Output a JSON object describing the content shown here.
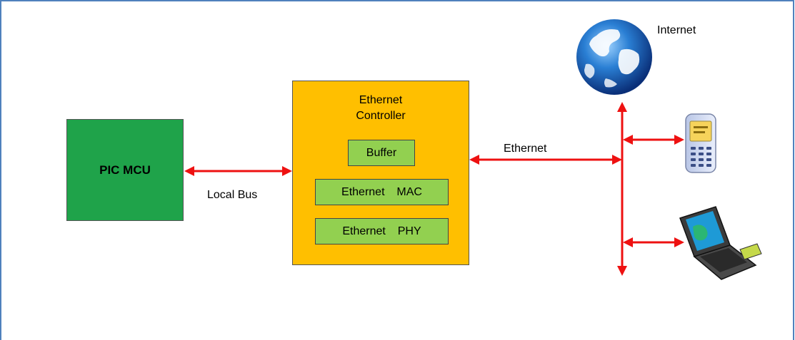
{
  "mcu": {
    "label": "PIC MCU"
  },
  "controller": {
    "title_line1": "Ethernet",
    "title_line2": "Controller",
    "blocks": [
      "Buffer",
      "Ethernet  MAC",
      "Ethernet  PHY"
    ]
  },
  "links": {
    "local_bus": "Local Bus",
    "ethernet": "Ethernet",
    "internet": "Internet"
  },
  "colors": {
    "mcu": "#1fa34a",
    "controller": "#ffbf00",
    "block": "#92d050",
    "arrow": "#ee1111",
    "frame": "#4f81bd"
  }
}
